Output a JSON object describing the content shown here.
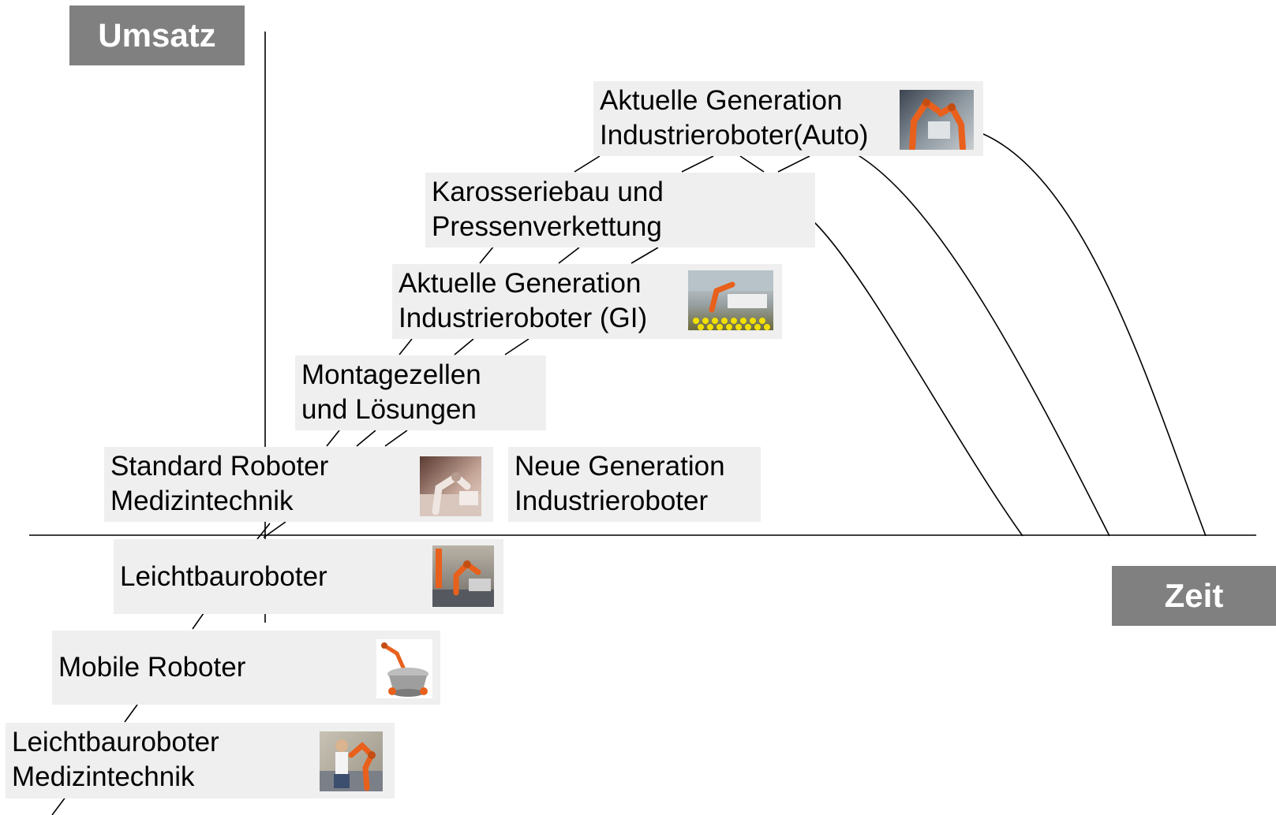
{
  "axes": {
    "y_label": "Umsatz",
    "x_label": "Zeit"
  },
  "stages": [
    {
      "id": "leicht-medizin",
      "line1": "Leichtbauroboter",
      "line2": "Medizintechnik",
      "image": "robot-arm-with-person-photo"
    },
    {
      "id": "mobile",
      "line1": "Mobile Roboter",
      "line2": "",
      "image": "mobile-robot-photo"
    },
    {
      "id": "leichtbau",
      "line1": "Leichtbauroboter",
      "line2": "",
      "image": "lightweight-robot-photo"
    },
    {
      "id": "standard-medizin",
      "line1": "Standard Roboter",
      "line2": "Medizintechnik",
      "image": "medical-robot-photo"
    },
    {
      "id": "neue-generation",
      "line1": "Neue Generation",
      "line2": "Industrieroboter",
      "image": ""
    },
    {
      "id": "montagezellen",
      "line1": "Montagezellen",
      "line2": "und Lösungen",
      "image": ""
    },
    {
      "id": "aktuelle-gi",
      "line1": "Aktuelle Generation",
      "line2": "Industrieroboter (GI)",
      "image": "factory-robot-photo"
    },
    {
      "id": "karosseriebau",
      "line1": "Karosseriebau und",
      "line2": "Pressenverkettung",
      "image": ""
    },
    {
      "id": "aktuelle-auto",
      "line1": "Aktuelle Generation",
      "line2": "Industrieroboter(Auto)",
      "image": "car-assembly-robot-photo"
    }
  ],
  "colors": {
    "label_bg": "#808080",
    "box_bg": "#efefef",
    "line": "#000000",
    "robot_orange": "#e8601c"
  }
}
